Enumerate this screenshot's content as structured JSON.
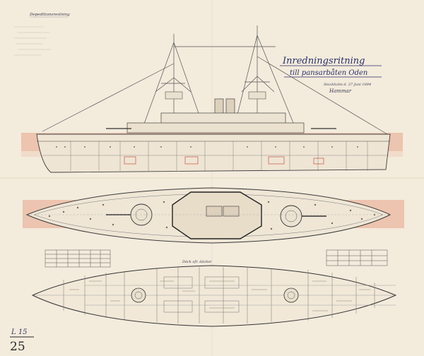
{
  "drawing": {
    "corner_note": "Depeditionsrestning",
    "title_line1": "Inredningsritning",
    "title_line2": "till pansarbåten Oden",
    "place_date": "Stockholm d. 27 Juni 1894",
    "signature": "Hammar",
    "deck_label": "Däck ofr. däcket",
    "archive_ref": "L 15",
    "sheet_number": "25"
  },
  "colors": {
    "paper": "#f3ebdc",
    "ink": "#4a4a4a",
    "armor_band": "#eab7a0",
    "title_ink": "#2a2f6a"
  }
}
